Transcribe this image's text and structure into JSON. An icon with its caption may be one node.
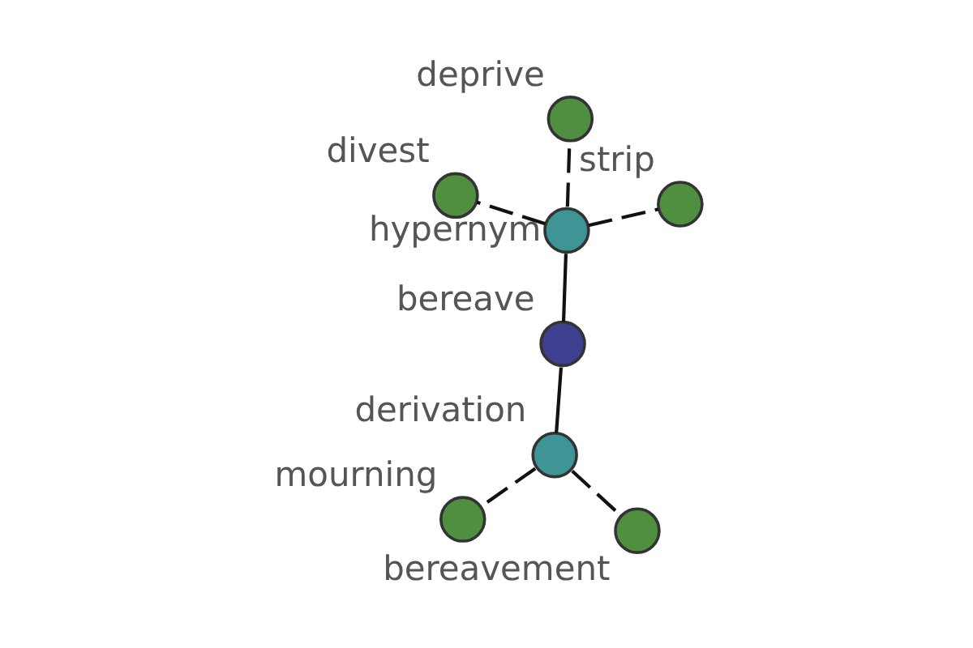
{
  "diagram": {
    "nodes": [
      {
        "text": [],
        "shape": "circle",
        "beside": [
          "divest"
        ]
      },
      {
        "text": [],
        "shape": "circle",
        "beside": [
          "strip"
        ]
      },
      {
        "text": [],
        "shape": "circle",
        "beside": [
          "hypernym"
        ]
      },
      {
        "text": [],
        "shape": "circle",
        "beside": [
          "deprive"
        ]
      },
      {
        "text": [],
        "shape": "circle",
        "beside": [
          "bereave"
        ]
      },
      {
        "text": [],
        "shape": "circle",
        "beside": [
          "mourning"
        ]
      },
      {
        "text": [],
        "shape": "circle",
        "beside": [
          "derivation"
        ]
      },
      {
        "text": [],
        "shape": "circle",
        "beside": [
          "bereavement"
        ]
      }
    ],
    "edges": [
      {
        "from": 2,
        "to": 0,
        "arrow": "none",
        "style": "dashed"
      },
      {
        "from": 2,
        "to": 1,
        "arrow": "none",
        "style": "dashed"
      },
      {
        "from": 2,
        "to": 3,
        "arrow": "none",
        "style": "dashed"
      },
      {
        "from": 4,
        "to": 2,
        "arrow": "none"
      },
      {
        "from": 4,
        "to": 6,
        "arrow": "none"
      },
      {
        "from": 6,
        "to": 5,
        "arrow": "none",
        "style": "dashed"
      },
      {
        "from": 6,
        "to": 7,
        "arrow": "none",
        "style": "dashed"
      }
    ]
  }
}
